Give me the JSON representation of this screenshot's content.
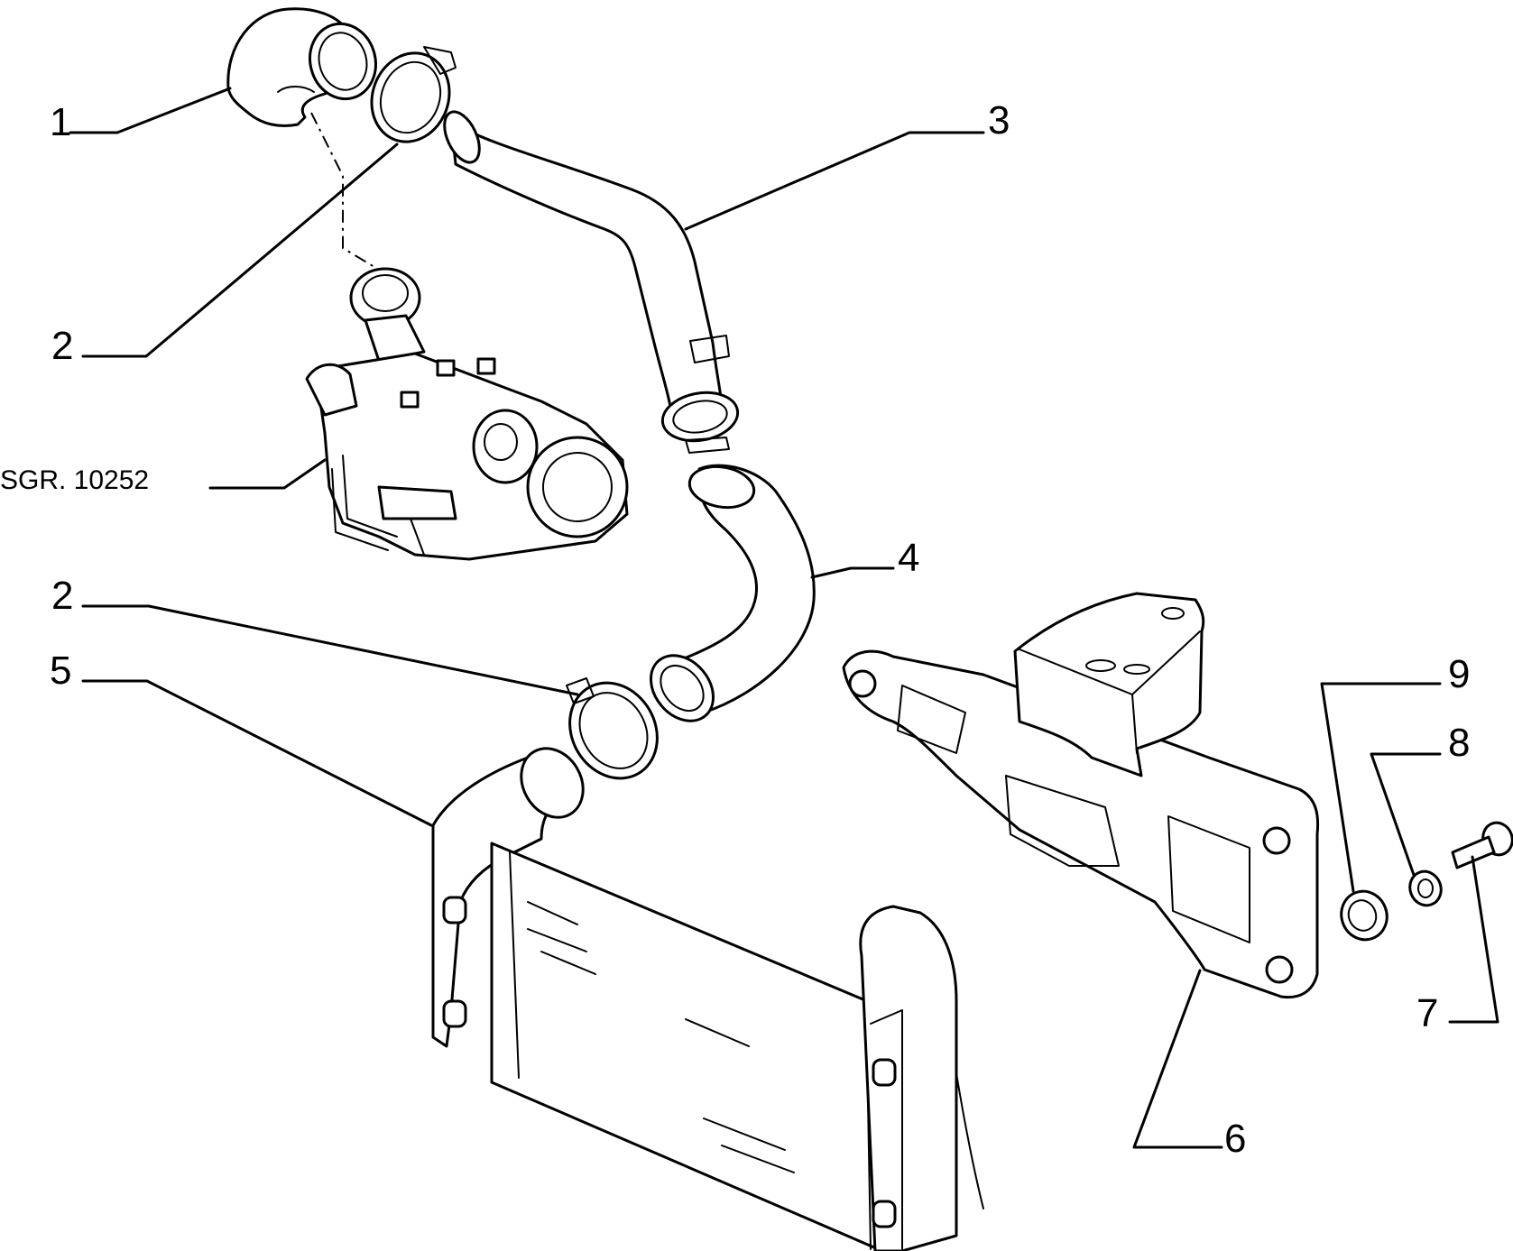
{
  "callouts": {
    "c1": "1",
    "c2a": "2",
    "c3": "3",
    "c4": "4",
    "c2b": "2",
    "c5": "5",
    "c6": "6",
    "c7": "7",
    "c8": "8",
    "c9": "9"
  },
  "reference": "SGR. 10252",
  "colors": {
    "line": "#000000",
    "background": "#ffffff"
  }
}
